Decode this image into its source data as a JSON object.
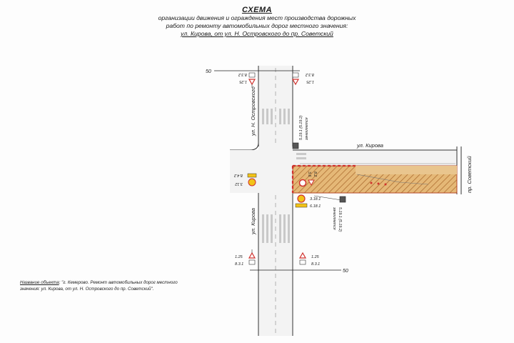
{
  "title": {
    "heading": "СХЕМА",
    "line1": "организации движения и ограждения мест производства дорожных",
    "line2": "работ по ремонту автомобильных дорог местного значения:",
    "line3": "ул. Кирова, от ул. Н. Островского до пр. Советский"
  },
  "streets": {
    "ostrovskogo": "ул. Н. Островского",
    "kirova_h": "ул. Кирова",
    "kirova_v": "ул. Кирова",
    "sovetsky": "пр. Советский"
  },
  "distances": {
    "top": "50",
    "bottom": "50"
  },
  "signs": {
    "tl_a": "1.25",
    "tl_b": "8.3.2",
    "tr_a": "1.25",
    "tr_b": "8.3.2",
    "left_mid_a": "3.12",
    "left_mid_b": "8.4.2",
    "mid_a": "3.18.1",
    "mid_b": "6.18.1",
    "bl_a": "1.25",
    "bl_b": "8.3.1",
    "br_a": "1.25",
    "br_b": "8.3.1",
    "work_a": "3.6",
    "work_b": "8.2",
    "vsign_top_a": "5.19.1 (5.19.2)",
    "vsign_top_b": "зачехляется",
    "vsign_bot_a": "5.19.1 (5.19.2)",
    "vsign_bot_b": "зачехляется"
  },
  "footer": {
    "label": "Название объекта",
    "text1": ": \"г. Кемерово. Ремонт автомобильных дорог местного",
    "text2": "значения: ул. Кирова, от ул. Н. Островского до пр. Советский\"."
  },
  "colors": {
    "work_zone": "#d8a35a",
    "sign_red": "#d0312d",
    "sign_yellow": "#f2c318",
    "road_fill": "#f2f2f2"
  }
}
